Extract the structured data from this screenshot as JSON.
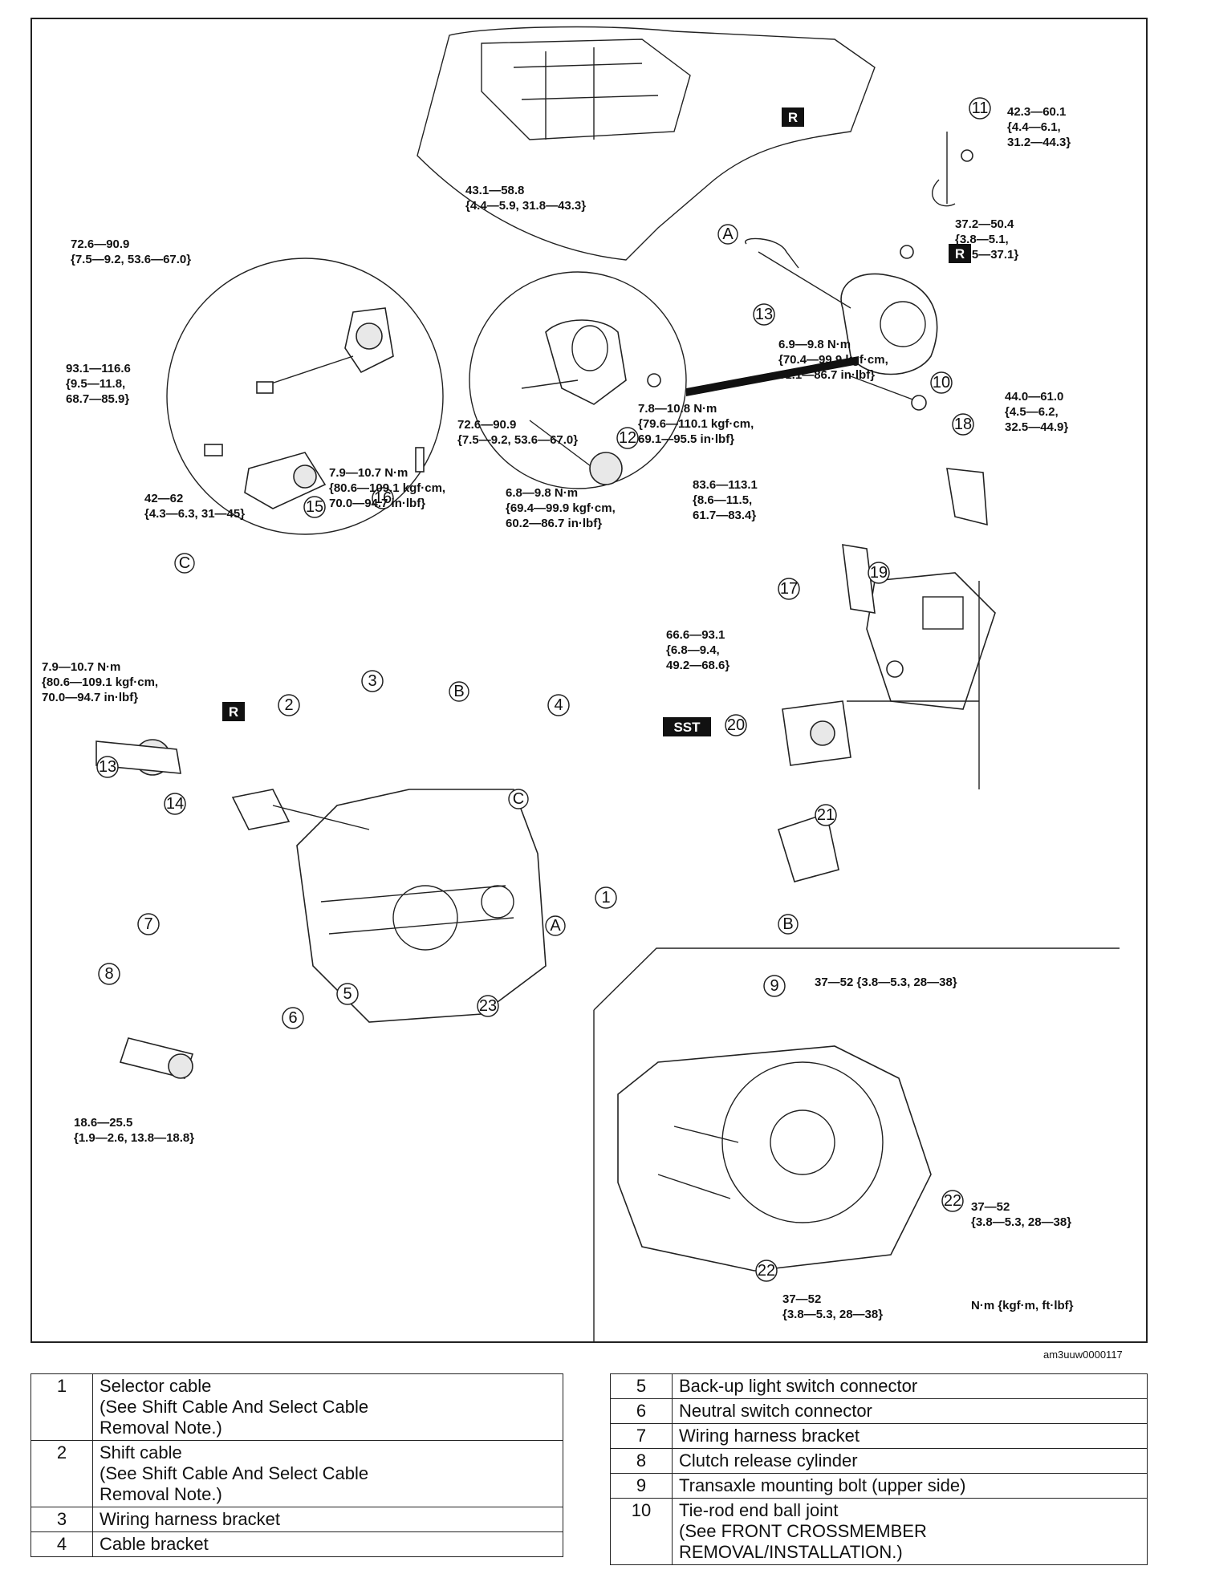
{
  "diagram": {
    "torque_specs": [
      {
        "id": "t11",
        "lines": [
          "42.3—60.1",
          "{4.4—6.1,",
          "31.2—44.3}"
        ]
      },
      {
        "id": "t10",
        "lines": [
          "37.2—50.4",
          "{3.8—5.1,",
          "27.5—37.1}"
        ]
      },
      {
        "id": "t12",
        "lines": [
          "43.1—58.8",
          "{4.4—5.9, 31.8—43.3}"
        ]
      },
      {
        "id": "t16a",
        "lines": [
          "72.6—90.9",
          "{7.5—9.2, 53.6—67.0}"
        ]
      },
      {
        "id": "t15",
        "lines": [
          "93.1—116.6",
          "{9.5—11.8,",
          "68.7—85.9}"
        ]
      },
      {
        "id": "t16b",
        "lines": [
          "72.6—90.9",
          "{7.5—9.2, 53.6—67.0}"
        ]
      },
      {
        "id": "t19",
        "lines": [
          "6.9—9.8 N·m",
          "{70.4—99.9 kgf·cm,",
          "61.1—86.7 in·lbf}"
        ]
      },
      {
        "id": "t18",
        "lines": [
          "44.0—61.0",
          "{4.5—6.2,",
          "32.5—44.9}"
        ]
      },
      {
        "id": "t17",
        "lines": [
          "7.8—10.8 N·m",
          "{79.6—110.1 kgf·cm,",
          "69.1—95.5 in·lbf}"
        ]
      },
      {
        "id": "t3",
        "lines": [
          "7.9—10.7 N·m",
          "{80.6—109.1 kgf·cm,",
          "70.0—94.7 in·lbf}"
        ]
      },
      {
        "id": "t14",
        "lines": [
          "42—62",
          "{4.3—6.3, 31—45}"
        ]
      },
      {
        "id": "t4",
        "lines": [
          "6.8—9.8 N·m",
          "{69.4—99.9 kgf·cm,",
          "60.2—86.7 in·lbf}"
        ]
      },
      {
        "id": "t20",
        "lines": [
          "83.6—113.1",
          "{8.6—11.5,",
          "61.7—83.4}"
        ]
      },
      {
        "id": "t21",
        "lines": [
          "66.6—93.1",
          "{6.8—9.4,",
          "49.2—68.6}"
        ]
      },
      {
        "id": "t7",
        "lines": [
          "7.9—10.7 N·m",
          "{80.6—109.1 kgf·cm,",
          "70.0—94.7 in·lbf}"
        ]
      },
      {
        "id": "t8",
        "lines": [
          "18.6—25.5",
          "{1.9—2.6, 13.8—18.8}"
        ]
      },
      {
        "id": "t9",
        "lines": [
          "37—52 {3.8—5.3, 28—38}"
        ]
      },
      {
        "id": "t22a",
        "lines": [
          "37—52",
          "{3.8—5.3, 28—38}"
        ]
      },
      {
        "id": "t22b",
        "lines": [
          "37—52",
          "{3.8—5.3, 28—38}"
        ]
      }
    ],
    "callouts": {
      "c1": "1",
      "c2": "2",
      "c3": "3",
      "c4": "4",
      "c5": "5",
      "c6": "6",
      "c7": "7",
      "c8": "8",
      "c9": "9",
      "c10": "10",
      "c11": "11",
      "c12": "12",
      "c13a": "13",
      "c13b": "13",
      "c14": "14",
      "c15": "15",
      "c16": "16",
      "c17": "17",
      "c18": "18",
      "c19": "19",
      "c20": "20",
      "c21": "21",
      "c22a": "22",
      "c22b": "22",
      "c23": "23"
    },
    "letters": {
      "A1": "A",
      "A2": "A",
      "B1": "B",
      "B2": "B",
      "C1": "C",
      "C2": "C",
      "C3": "C"
    },
    "tags": {
      "r1": "R",
      "r2": "R",
      "r3": "R",
      "sst": "SST"
    },
    "units_note": "N·m {kgf·m, ft·lbf}",
    "figure_id": "am3uuw0000117"
  },
  "legend_left": [
    {
      "num": "1",
      "text": "Selector cable",
      "notes": [
        "(See Shift Cable And Select Cable",
        "Removal Note.)"
      ]
    },
    {
      "num": "2",
      "text": "Shift cable",
      "notes": [
        "(See Shift Cable And Select Cable",
        "Removal Note.)"
      ]
    },
    {
      "num": "3",
      "text": "Wiring harness bracket",
      "notes": []
    },
    {
      "num": "4",
      "text": "Cable bracket",
      "notes": []
    }
  ],
  "legend_right": [
    {
      "num": "5",
      "text": "Back-up light switch connector",
      "notes": []
    },
    {
      "num": "6",
      "text": "Neutral switch connector",
      "notes": []
    },
    {
      "num": "7",
      "text": "Wiring harness bracket",
      "notes": []
    },
    {
      "num": "8",
      "text": "Clutch release cylinder",
      "notes": []
    },
    {
      "num": "9",
      "text": "Transaxle mounting bolt (upper side)",
      "notes": []
    },
    {
      "num": "10",
      "text": "Tie-rod end ball joint",
      "notes": [
        "(See FRONT CROSSMEMBER",
        "REMOVAL/INSTALLATION.)"
      ]
    }
  ]
}
